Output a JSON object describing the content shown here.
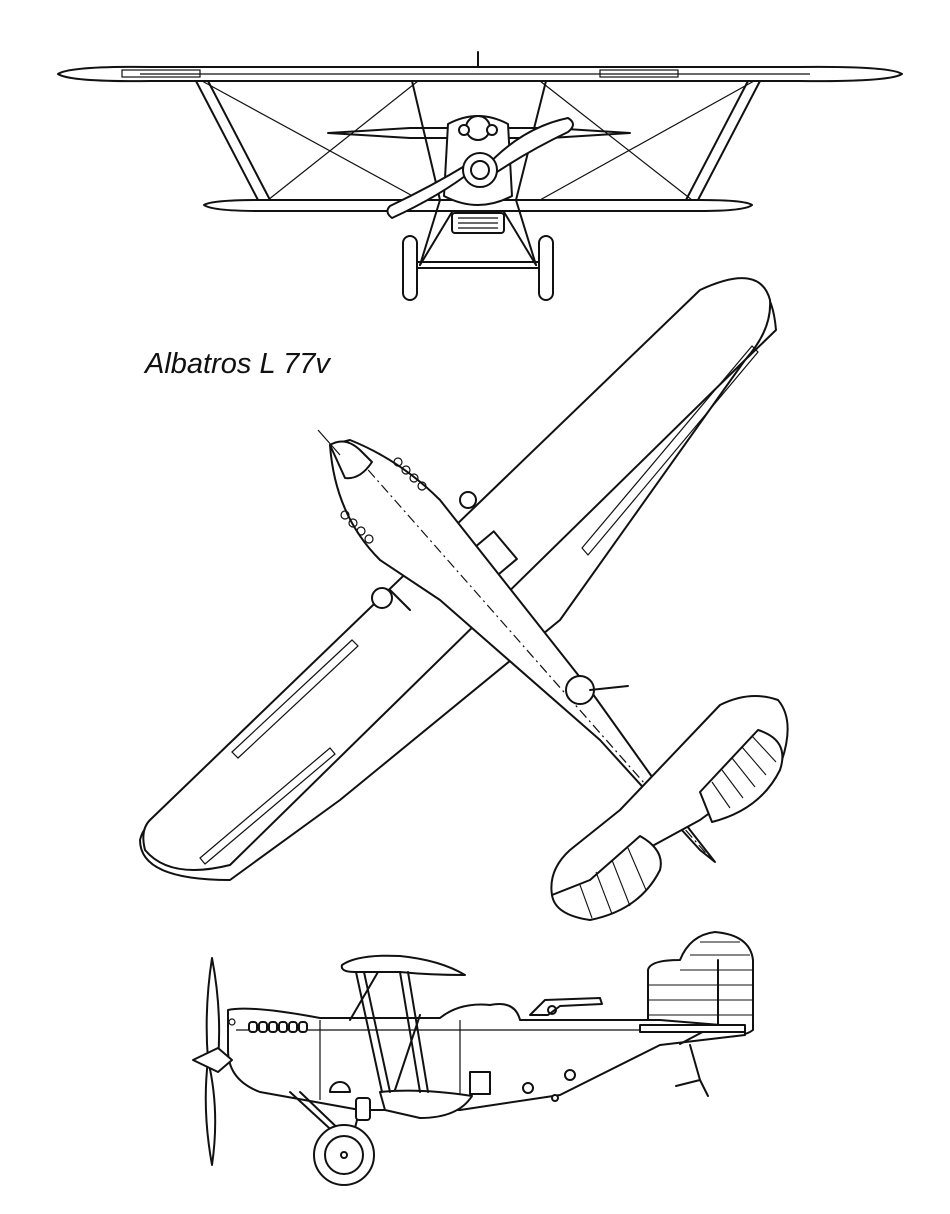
{
  "title": "Albatros L 77v",
  "views": [
    "front-view",
    "plan-view",
    "side-view"
  ],
  "colors": {
    "line": "#111111",
    "background": "#ffffff"
  }
}
